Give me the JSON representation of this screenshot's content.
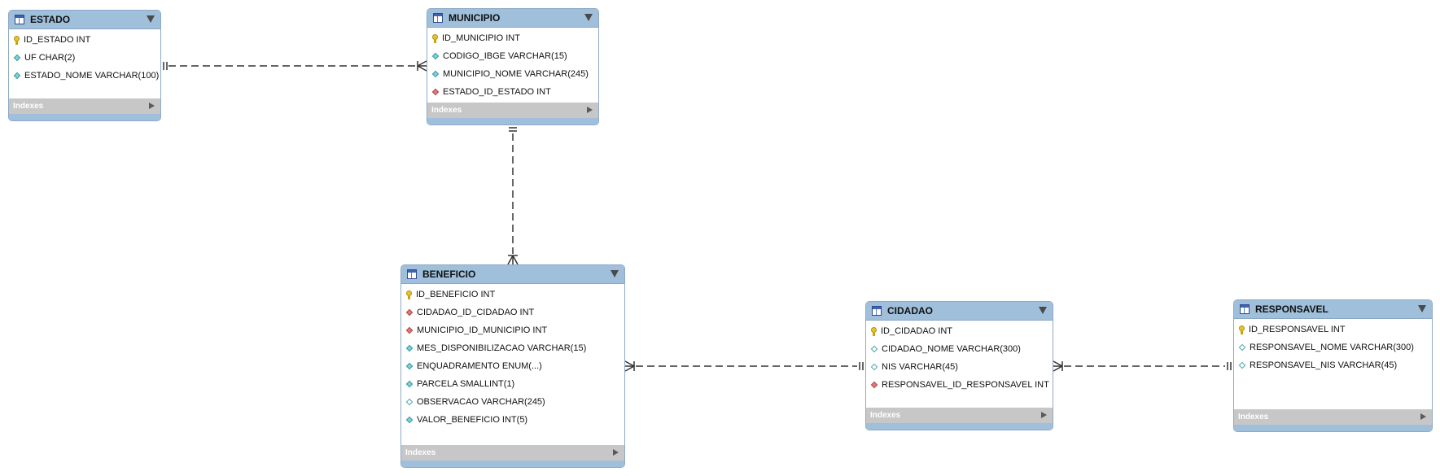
{
  "tables": {
    "estado": {
      "title": "ESTADO",
      "columns": [
        {
          "text": "ID_ESTADO INT",
          "kind": "pk"
        },
        {
          "text": "UF CHAR(2)",
          "kind": "nn"
        },
        {
          "text": "ESTADO_NOME VARCHAR(100)",
          "kind": "nn"
        }
      ],
      "indexes_label": "Indexes"
    },
    "municipio": {
      "title": "MUNICIPIO",
      "columns": [
        {
          "text": "ID_MUNICIPIO INT",
          "kind": "pk"
        },
        {
          "text": "CODIGO_IBGE VARCHAR(15)",
          "kind": "nn"
        },
        {
          "text": "MUNICIPIO_NOME VARCHAR(245)",
          "kind": "nn"
        },
        {
          "text": "ESTADO_ID_ESTADO INT",
          "kind": "fk"
        }
      ],
      "indexes_label": "Indexes"
    },
    "beneficio": {
      "title": "BENEFICIO",
      "columns": [
        {
          "text": "ID_BENEFICIO INT",
          "kind": "pk"
        },
        {
          "text": "CIDADAO_ID_CIDADAO INT",
          "kind": "fk"
        },
        {
          "text": "MUNICIPIO_ID_MUNICIPIO INT",
          "kind": "fk"
        },
        {
          "text": "MES_DISPONIBILIZACAO VARCHAR(15)",
          "kind": "nn"
        },
        {
          "text": "ENQUADRAMENTO ENUM(...)",
          "kind": "nn"
        },
        {
          "text": "PARCELA SMALLINT(1)",
          "kind": "nn"
        },
        {
          "text": "OBSERVACAO VARCHAR(245)",
          "kind": "col"
        },
        {
          "text": "VALOR_BENEFICIO INT(5)",
          "kind": "nn"
        }
      ],
      "indexes_label": "Indexes"
    },
    "cidadao": {
      "title": "CIDADAO",
      "columns": [
        {
          "text": "ID_CIDADAO INT",
          "kind": "pk"
        },
        {
          "text": "CIDADAO_NOME VARCHAR(300)",
          "kind": "col"
        },
        {
          "text": "NIS VARCHAR(45)",
          "kind": "col"
        },
        {
          "text": "RESPONSAVEL_ID_RESPONSAVEL INT",
          "kind": "fk"
        }
      ],
      "indexes_label": "Indexes"
    },
    "responsavel": {
      "title": "RESPONSAVEL",
      "columns": [
        {
          "text": "ID_RESPONSAVEL INT",
          "kind": "pk"
        },
        {
          "text": "RESPONSAVEL_NOME VARCHAR(300)",
          "kind": "col"
        },
        {
          "text": "RESPONSAVEL_NIS VARCHAR(45)",
          "kind": "col"
        }
      ],
      "indexes_label": "Indexes"
    }
  },
  "relationships": [
    {
      "from": "estado",
      "to": "municipio",
      "from_card": "one",
      "to_card": "many"
    },
    {
      "from": "municipio",
      "to": "beneficio",
      "from_card": "one",
      "to_card": "many"
    },
    {
      "from": "cidadao",
      "to": "beneficio",
      "from_card": "one",
      "to_card": "many"
    },
    {
      "from": "responsavel",
      "to": "cidadao",
      "from_card": "one",
      "to_card": "many"
    }
  ],
  "colors": {
    "header": "#9fbfdb",
    "indexes_bar": "#c7c7c7",
    "primary_key": "#e8c52a",
    "foreign_key": "#e07b7b",
    "not_null": "#7fd1d8",
    "line": "#333333"
  }
}
